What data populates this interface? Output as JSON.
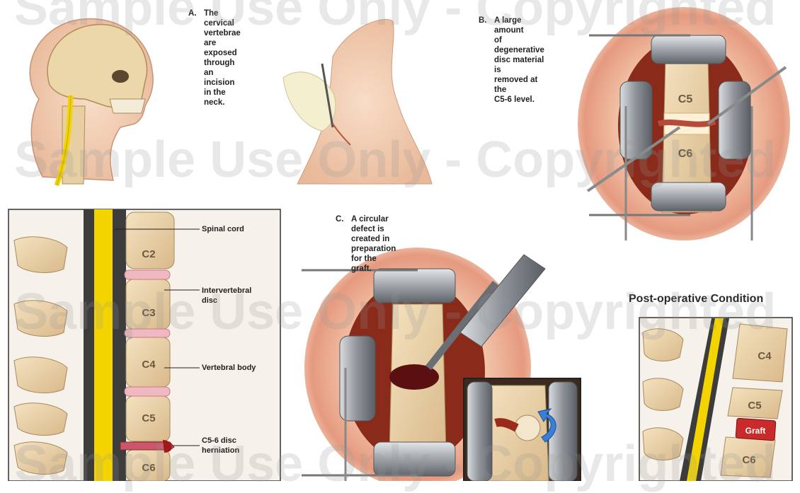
{
  "steps": {
    "a": {
      "tag": "A.",
      "text": "The cervical\nvertebrae\nare exposed\nthrough an\nincision in the\nneck."
    },
    "b": {
      "tag": "B.",
      "text": "A large amount\nof degenerative\ndisc material is\nremoved at the\nC5-6 level."
    },
    "c": {
      "tag": "C.",
      "text": "A circular defect is created in\npreparation for the graft."
    }
  },
  "labels": {
    "spinal_cord": "Spinal cord",
    "intervertebral_disc": "Intervertebral\ndisc",
    "vertebral_body": "Vertebral body",
    "herniation": "C5-6 disc\nherniation"
  },
  "vertebrae": {
    "c2": "C2",
    "c3": "C3",
    "c4": "C4",
    "c5": "C5",
    "c6": "C6"
  },
  "post_op": {
    "title": "Post-operative Condition",
    "graft": "Graft"
  },
  "watermark": "Sample Use Only - Copyrighted"
}
